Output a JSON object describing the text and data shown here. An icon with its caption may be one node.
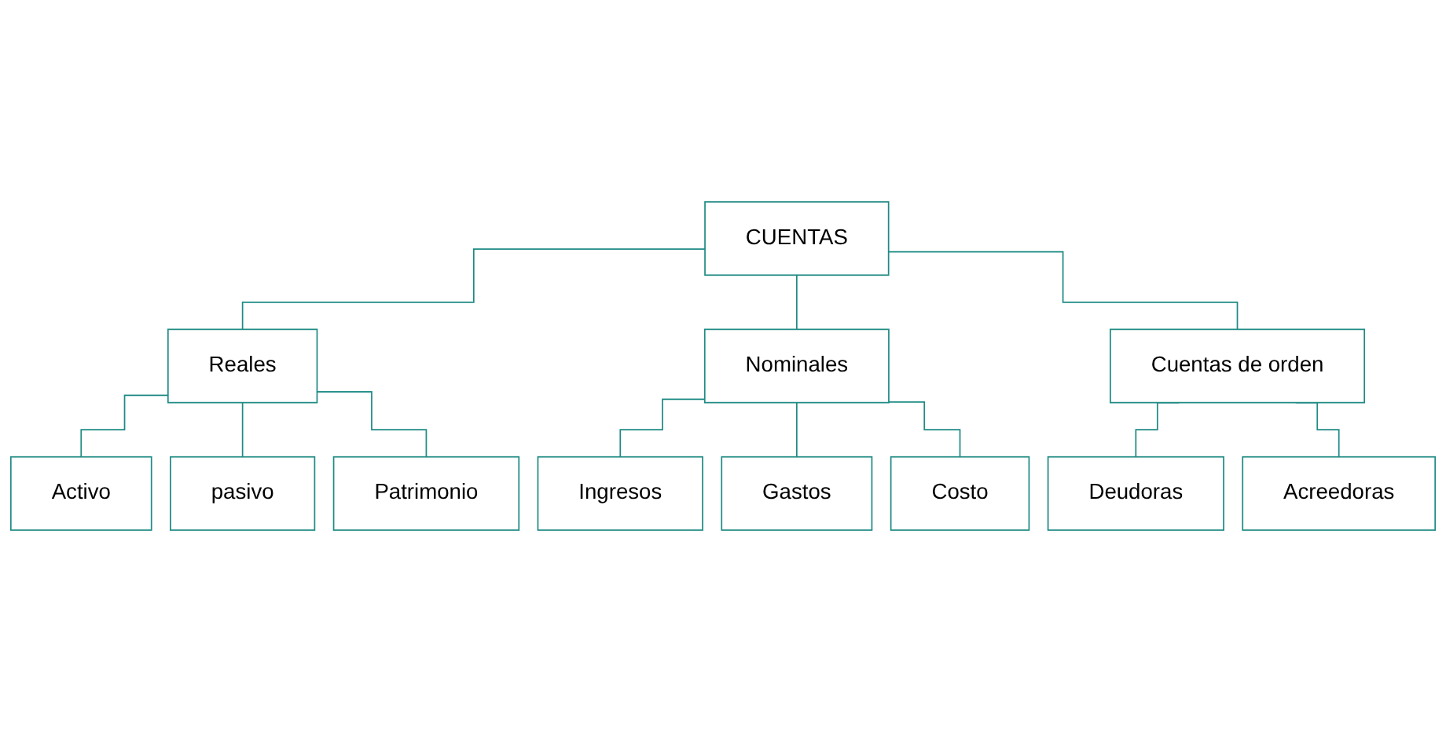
{
  "diagram": {
    "nodes": [
      {
        "text": [
          "CUENTAS"
        ]
      },
      {
        "text": [
          "Reales"
        ]
      },
      {
        "text": [
          "Activo"
        ]
      },
      {
        "text": [
          "pasivo"
        ]
      },
      {
        "text": [
          "Patrimonio"
        ]
      },
      {
        "text": [
          "Nominales"
        ]
      },
      {
        "text": [
          "Ingresos"
        ]
      },
      {
        "text": [
          "Gastos"
        ]
      },
      {
        "text": [
          "Costo"
        ]
      },
      {
        "text": [
          "Cuentas de orden"
        ]
      },
      {
        "text": [
          "Deudoras"
        ]
      },
      {
        "text": [
          "Acreedoras"
        ]
      }
    ],
    "edges": [
      {
        "from": 0,
        "to": 1,
        "arrow": "none"
      },
      {
        "from": 0,
        "to": 5,
        "arrow": "none"
      },
      {
        "from": 0,
        "to": 9,
        "arrow": "none"
      },
      {
        "from": 1,
        "to": 2,
        "arrow": "none"
      },
      {
        "from": 1,
        "to": 3,
        "arrow": "none"
      },
      {
        "from": 1,
        "to": 4,
        "arrow": "none"
      },
      {
        "from": 5,
        "to": 6,
        "arrow": "none"
      },
      {
        "from": 5,
        "to": 7,
        "arrow": "none"
      },
      {
        "from": 5,
        "to": 8,
        "arrow": "none"
      },
      {
        "from": 9,
        "to": 10,
        "arrow": "none"
      },
      {
        "from": 9,
        "to": 11,
        "arrow": "none"
      }
    ]
  }
}
